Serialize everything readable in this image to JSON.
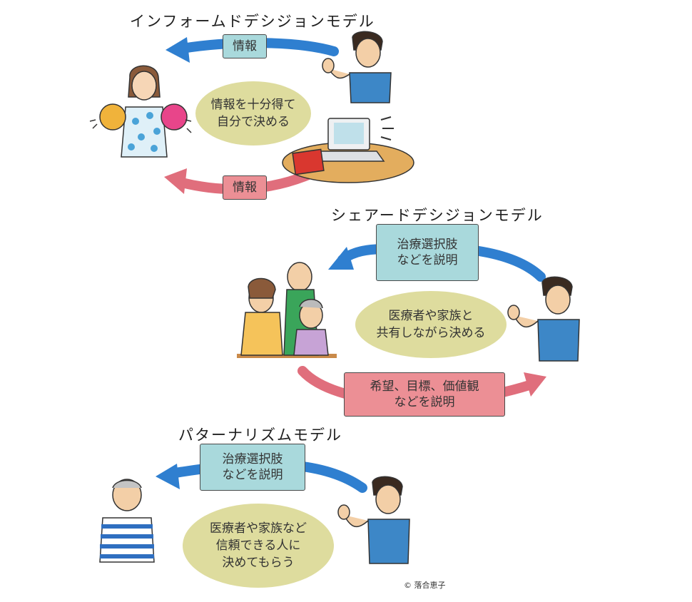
{
  "colors": {
    "blue_arrow": "#2f7fd0",
    "pink_arrow": "#e06e7c",
    "blue_box": "#a9d9dc",
    "pink_box": "#ec8f95",
    "bubble": "#dedc9e"
  },
  "informed": {
    "title": "インフォームドデシジョンモデル",
    "top_label": "情報",
    "bottom_label": "情報",
    "bubble": "情報を十分得て\n自分で決める"
  },
  "shared": {
    "title": "シェアードデシジョンモデル",
    "top_label": "治療選択肢\nなどを説明",
    "bubble": "医療者や家族と\n共有しながら決める",
    "bottom_label": "希望、目標、価値観\nなどを説明"
  },
  "paternalism": {
    "title": "パターナリズムモデル",
    "top_label": "治療選択肢\nなどを説明",
    "bubble": "医療者や家族など\n信頼できる人に\n決めてもらう"
  },
  "credit": "© 落合恵子"
}
